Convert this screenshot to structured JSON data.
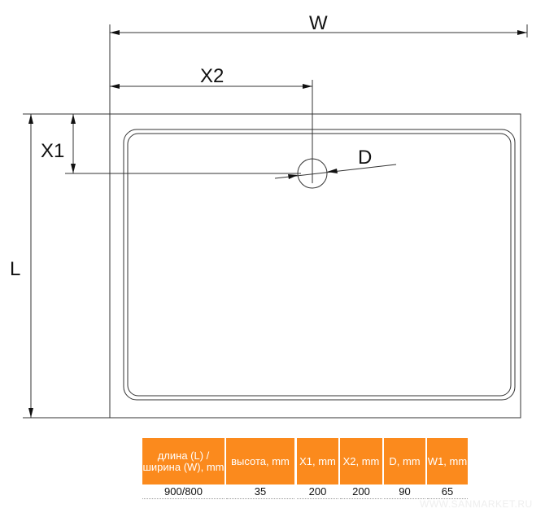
{
  "labels": {
    "w": "W",
    "x2": "X2",
    "x1": "X1",
    "d": "D",
    "l": "L"
  },
  "table": {
    "headers": [
      "длина (L) / ширина (W), mm",
      "высота, mm",
      "X1, mm",
      "X2, mm",
      "D, mm",
      "W1, mm"
    ],
    "values": [
      "900/800",
      "35",
      "200",
      "200",
      "90",
      "65"
    ]
  },
  "watermark": "WWW.SANMARKET.RU",
  "colors": {
    "header": "#fb8a1d"
  }
}
